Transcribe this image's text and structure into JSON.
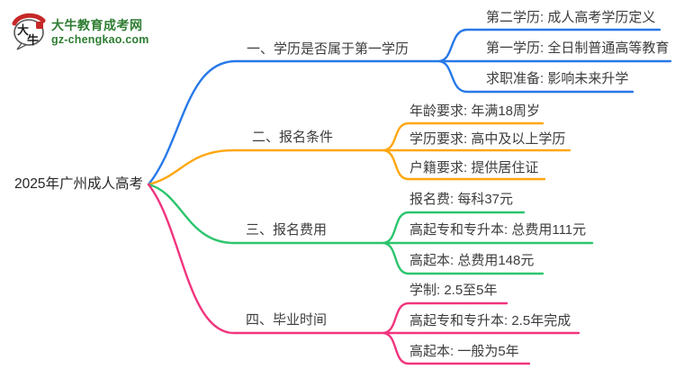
{
  "logo": {
    "title": "大牛教育成考网",
    "domain": "gz-chengkao.com",
    "brand_color": "#2e7d32",
    "icon": "daniu-ox-speech-bubble-logo"
  },
  "root": {
    "label": "2025年广州成人高考"
  },
  "branches": [
    {
      "label": "一、学历是否属于第一学历",
      "color": "#2779e8",
      "children": [
        "第二学历: 成人高考学历定义",
        "第一学历: 全日制普通高等教育",
        "求职准备: 影响未来升学"
      ]
    },
    {
      "label": "二、报名条件",
      "color": "#ffa60f",
      "children": [
        "年龄要求: 年满18周岁",
        "学历要求: 高中及以上学历",
        "户籍要求: 提供居住证"
      ]
    },
    {
      "label": "三、报名费用",
      "color": "#2cc56e",
      "children": [
        "报名费: 每科37元",
        "高起专和专升本: 总费用111元",
        "高起本: 总费用148元"
      ]
    },
    {
      "label": "四、毕业时间",
      "color": "#f1347e",
      "children": [
        "学制: 2.5至5年",
        "高起专和专升本: 2.5年完成",
        "高起本: 一般为5年"
      ]
    }
  ],
  "text_color": "#3d3d3d"
}
